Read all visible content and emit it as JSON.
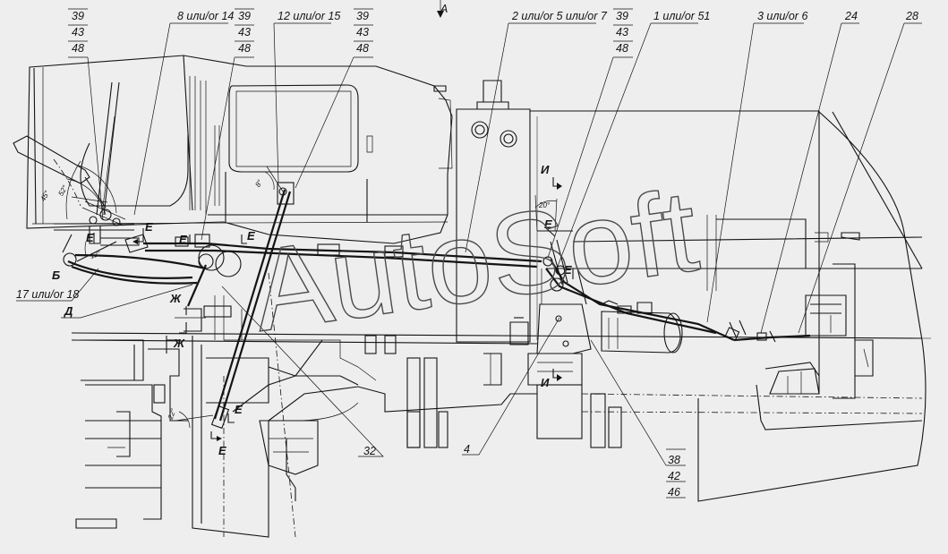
{
  "view_arrow": "A",
  "watermark": "AutoSoft",
  "callouts": {
    "c1": [
      "39",
      "43",
      "48"
    ],
    "c2": "8 или/or 14",
    "c3": [
      "39",
      "43",
      "48"
    ],
    "c4": "12 или/or 15",
    "c5": [
      "39",
      "43",
      "48"
    ],
    "c6": "2 или/or 5 или/or 7",
    "c7": [
      "39",
      "43",
      "48"
    ],
    "c8": "1 или/or 51",
    "c9": "3 или/or 6",
    "c10": "24",
    "c11": "28",
    "c12": "17 или/or 18",
    "c13": "Д",
    "c14": "32",
    "c15": "4",
    "c16": [
      "38",
      "42",
      "46"
    ],
    "c17": "Б"
  },
  "section_marks": {
    "e": "Е",
    "zh": "Ж",
    "i": "И"
  },
  "angles": {
    "a45": "45°",
    "a52": "52°",
    "a12": "12°",
    "a8": "8°",
    "a20": "20°",
    "a22": "22°"
  }
}
